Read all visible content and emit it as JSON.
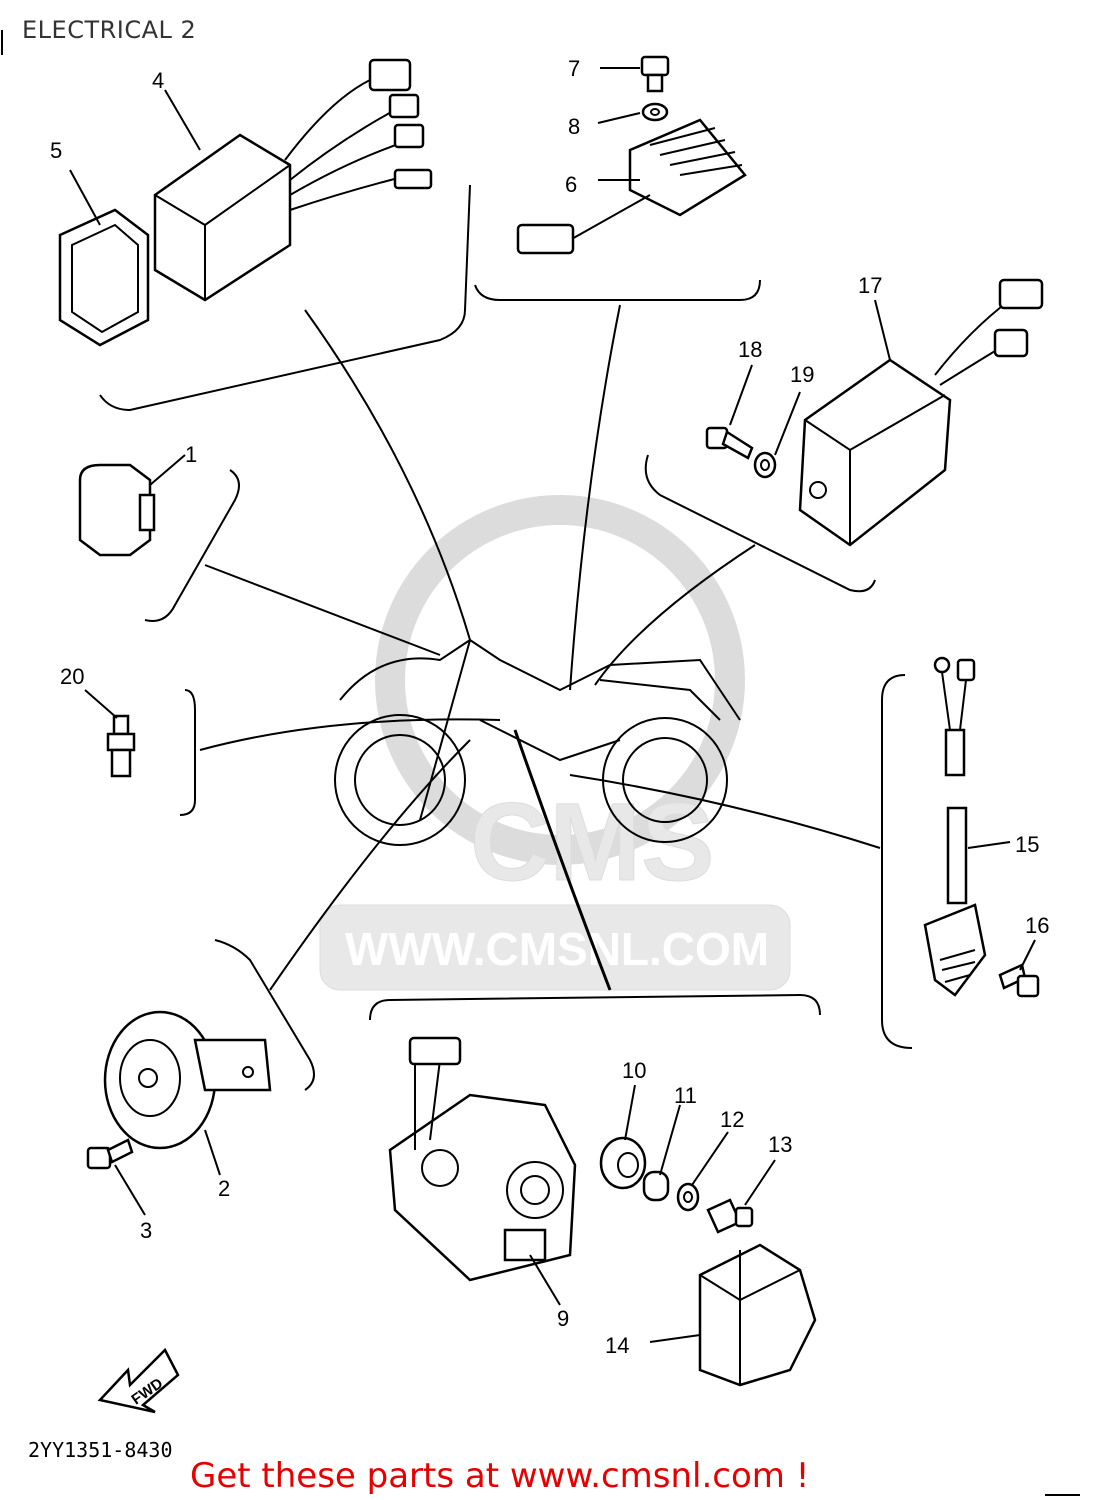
{
  "header": {
    "title": "ELECTRICAL 2"
  },
  "watermark": {
    "text": "WWW.CMSNL.COM",
    "logo": "CMS"
  },
  "callouts": [
    {
      "id": "1",
      "label": "1"
    },
    {
      "id": "2",
      "label": "2"
    },
    {
      "id": "3",
      "label": "3"
    },
    {
      "id": "4",
      "label": "4"
    },
    {
      "id": "5",
      "label": "5"
    },
    {
      "id": "6",
      "label": "6"
    },
    {
      "id": "7",
      "label": "7"
    },
    {
      "id": "8",
      "label": "8"
    },
    {
      "id": "9",
      "label": "9"
    },
    {
      "id": "10",
      "label": "10"
    },
    {
      "id": "11",
      "label": "11"
    },
    {
      "id": "12",
      "label": "12"
    },
    {
      "id": "13",
      "label": "13"
    },
    {
      "id": "14",
      "label": "14"
    },
    {
      "id": "15",
      "label": "15"
    },
    {
      "id": "16",
      "label": "16"
    },
    {
      "id": "17",
      "label": "17"
    },
    {
      "id": "18",
      "label": "18"
    },
    {
      "id": "19",
      "label": "19"
    },
    {
      "id": "20",
      "label": "20"
    }
  ],
  "fwd_label": "FWD",
  "footer": {
    "part_code": "2YY1351-8430",
    "promo": "Get these parts at www.cmsnl.com !"
  }
}
